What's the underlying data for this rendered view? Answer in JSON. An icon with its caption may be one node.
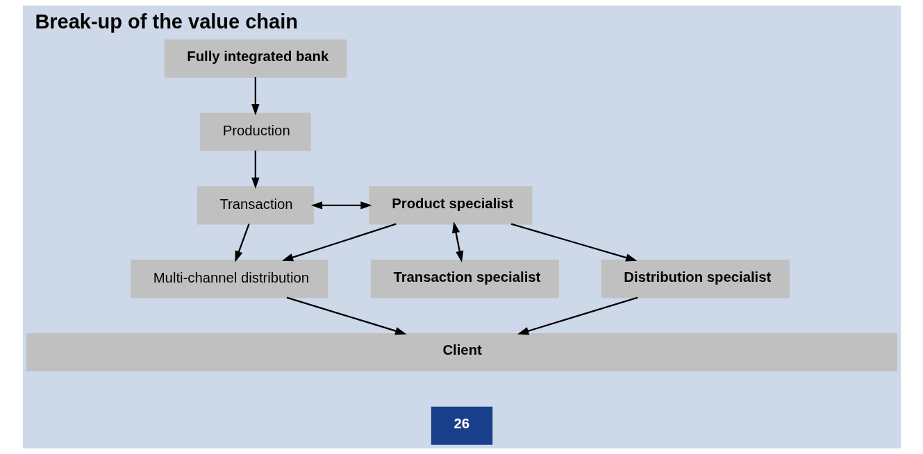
{
  "diagram": {
    "title": "Break-up of the value chain",
    "nodes": [
      {
        "text": [
          "Fully integrated bank"
        ]
      },
      {
        "text": [
          "Production"
        ]
      },
      {
        "text": [
          "Transaction"
        ]
      },
      {
        "text": [
          "Multi-channel distribution"
        ]
      },
      {
        "text": [
          "Product specialist"
        ]
      },
      {
        "text": [
          "Transaction specialist"
        ]
      },
      {
        "text": [
          "Distribution specialist"
        ]
      },
      {
        "text": [
          "Client"
        ]
      }
    ],
    "edges": [
      {
        "from": 0,
        "to": 1,
        "arrow": "to"
      },
      {
        "from": 1,
        "to": 2,
        "arrow": "to"
      },
      {
        "from": 2,
        "to": 3,
        "arrow": "to"
      },
      {
        "from": 2,
        "to": 4,
        "arrow": "both"
      },
      {
        "from": 4,
        "to": 5,
        "arrow": "both"
      },
      {
        "from": 4,
        "to": 3,
        "arrow": "to"
      },
      {
        "from": 4,
        "to": 6,
        "arrow": "to"
      },
      {
        "from": 3,
        "to": 7,
        "arrow": "to"
      },
      {
        "from": 6,
        "to": 7,
        "arrow": "to"
      }
    ],
    "labels": [
      "26"
    ]
  }
}
